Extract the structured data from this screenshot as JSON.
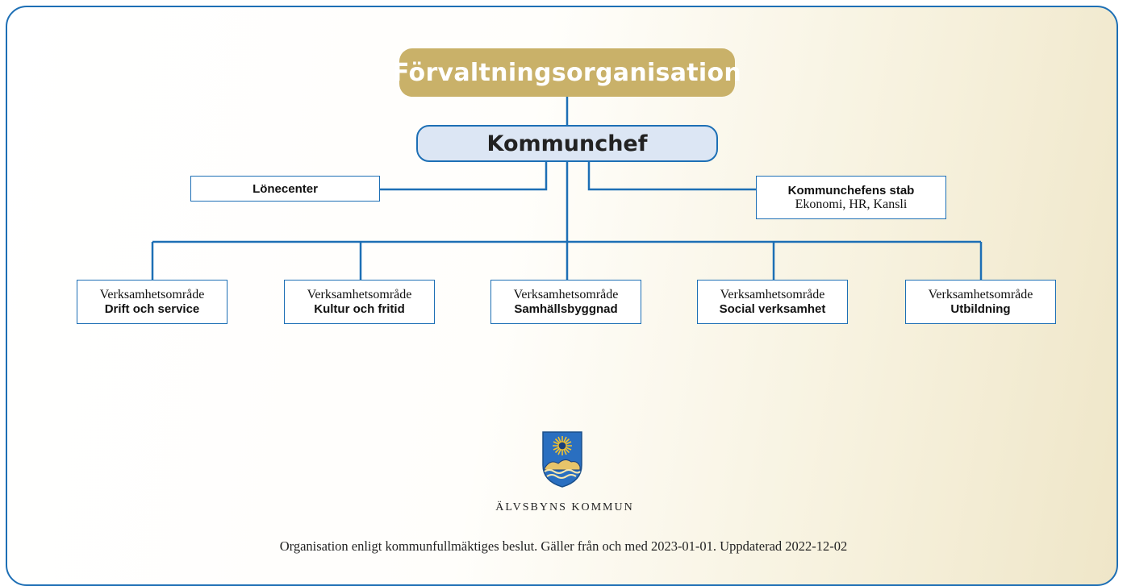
{
  "title": "Förvaltningsorganisation",
  "chief": "Kommunchef",
  "lonecenter": "Lönecenter",
  "stab": {
    "title": "Kommunchefens stab",
    "subtitle": "Ekonomi, HR, Kansli"
  },
  "areas": [
    {
      "kind": "Verksamhetsområde",
      "name": "Drift och service"
    },
    {
      "kind": "Verksamhetsområde",
      "name": "Kultur och fritid"
    },
    {
      "kind": "Verksamhetsområde",
      "name": "Samhällsbyggnad"
    },
    {
      "kind": "Verksamhetsområde",
      "name": "Social verksamhet"
    },
    {
      "kind": "Verksamhetsområde",
      "name": "Utbildning"
    }
  ],
  "kommun_name": "ÄLVSBYNS KOMMUN",
  "footer": "Organisation enligt kommunfullmäktiges beslut. Gäller från och med 2023-01-01. Uppdaterad 2022-12-02",
  "colors": {
    "accent_blue": "#1d6fb5",
    "gold": "#c9b169",
    "chief_fill": "#dce6f4"
  }
}
